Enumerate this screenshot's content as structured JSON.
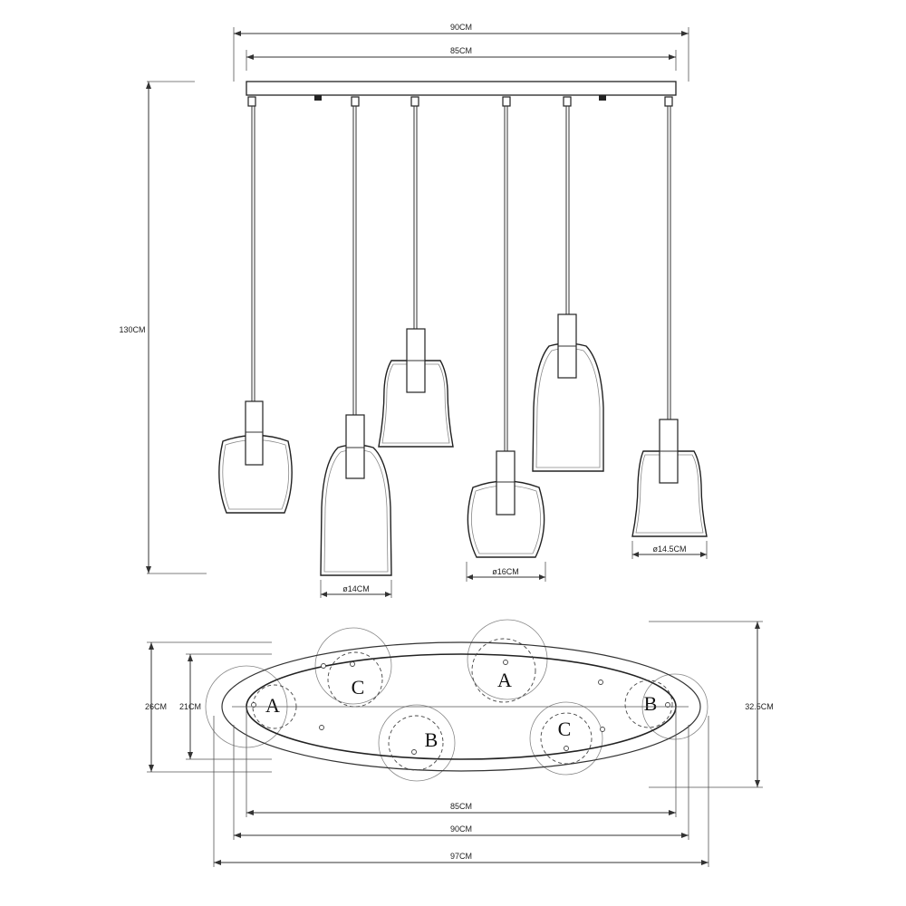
{
  "side_view": {
    "canopy_outer_width": "90CM",
    "canopy_inner_width": "85CM",
    "total_height": "130CM",
    "shade_small_diameter": "ø14CM",
    "shade_round_diameter": "ø16CM",
    "shade_flared_diameter": "ø14.5CM"
  },
  "top_view": {
    "canopy_depth_inner": "21CM",
    "canopy_depth_outer": "26CM",
    "overall_depth": "32.5CM",
    "width_inner": "85CM",
    "width_mid": "90CM",
    "width_overall": "97CM",
    "positions": {
      "left_a": "A",
      "left_c": "C",
      "top_a": "A",
      "bottom_b": "B",
      "bottom_c": "C",
      "right_b": "B"
    }
  }
}
